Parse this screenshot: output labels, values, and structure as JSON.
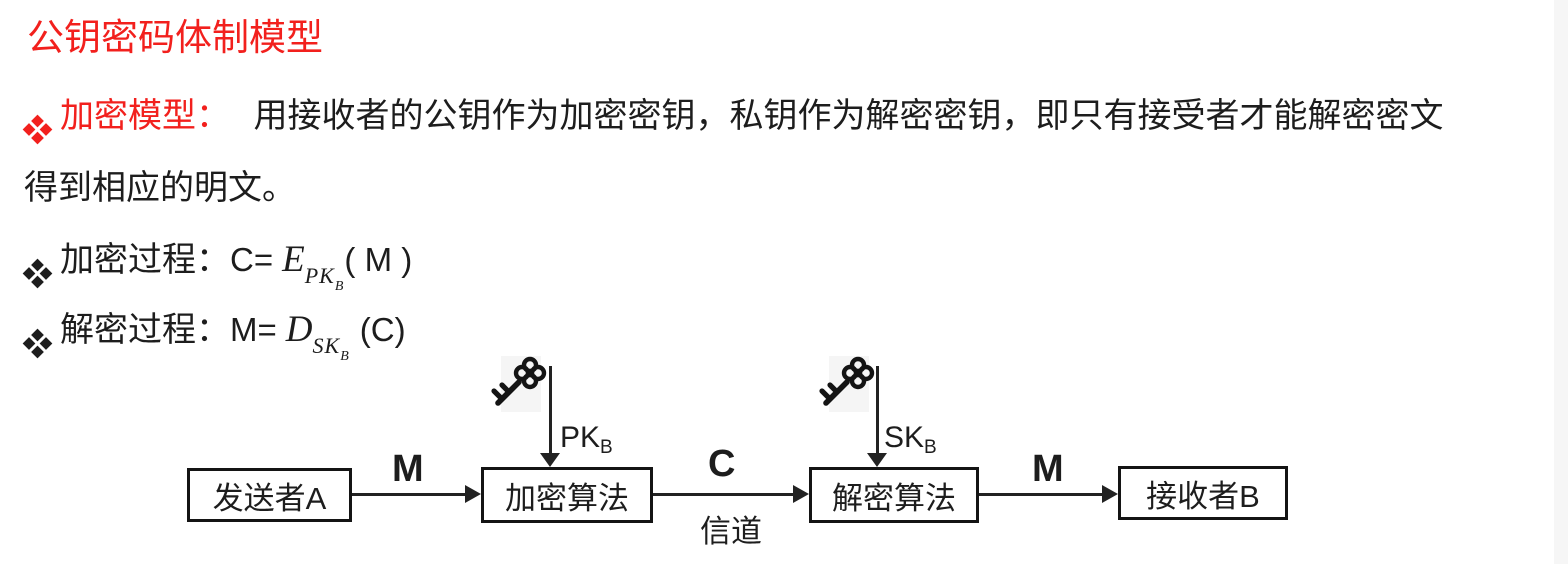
{
  "page": {
    "background": "#ffffff",
    "edge_strip_color": "#f6f6f6"
  },
  "colors": {
    "accent_red": "#f2201d",
    "ink": "#1d1d1d",
    "line": "#222222"
  },
  "title": {
    "text": "公钥密码体制模型"
  },
  "bullets": {
    "b1": {
      "icon": "four-diamond-bullet",
      "label": "加密模型：",
      "text": "用接收者的公钥作为加密密钥，私钥作为解密密钥，即只有接受者才能解密密文",
      "text_wrap": "得到相应的明文。"
    },
    "b2": {
      "icon": "four-diamond-bullet",
      "label": "加密过程：",
      "formula": {
        "lhs": "C=",
        "func": "E",
        "sub": "PK",
        "subsub": "B",
        "rhs": "( M )"
      }
    },
    "b3": {
      "icon": "four-diamond-bullet",
      "label": "解密过程：",
      "formula": {
        "lhs": "M=",
        "func": "D",
        "sub": "SK",
        "subsub": "B",
        "rhs": "(C)"
      }
    }
  },
  "diagram": {
    "boxes": [
      {
        "label": "发送者A"
      },
      {
        "label": "加密算法"
      },
      {
        "label": "解密算法"
      },
      {
        "label": "接收者B"
      }
    ],
    "flow_labels": [
      {
        "text": "M"
      },
      {
        "text": "C"
      },
      {
        "text": "M"
      }
    ],
    "channel_label": "信道",
    "keys": [
      {
        "icon": "old-key-icon",
        "label": "PK",
        "subscript": "B"
      },
      {
        "icon": "old-key-icon",
        "label": "SK",
        "subscript": "B"
      }
    ]
  }
}
